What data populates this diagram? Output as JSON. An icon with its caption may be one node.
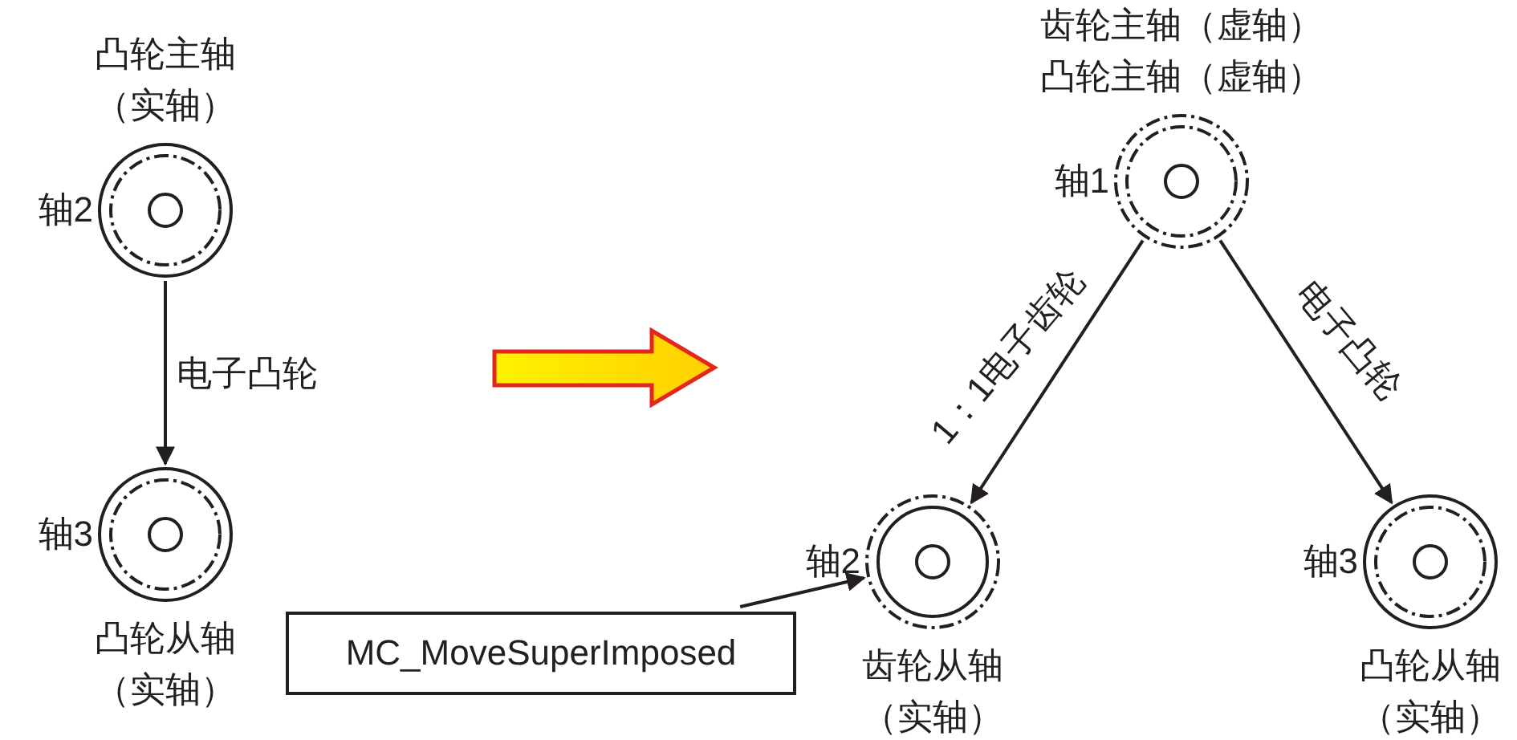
{
  "diagram": {
    "nodes": [
      {
        "text": [
          "凸轮主轴（实轴）"
        ],
        "beside": [
          "轴2"
        ]
      },
      {
        "text": [
          "凸轮从轴（实轴）"
        ],
        "beside": [
          "轴3"
        ]
      },
      {
        "text": [
          "齿轮主轴（虚轴）",
          "凸轮主轴（虚轴）"
        ],
        "beside": [
          "轴1"
        ]
      },
      {
        "text": [
          "齿轮从轴（实轴）"
        ],
        "beside": [
          "轴2"
        ]
      },
      {
        "text": [
          "凸轮从轴（实轴）"
        ],
        "beside": [
          "轴3"
        ]
      },
      {
        "text": [
          "MC_MoveSuperImposed"
        ]
      }
    ],
    "edges": [
      {
        "from": 0,
        "to": 1,
        "arrow": "to",
        "label": "电子凸轮"
      },
      {
        "from": 2,
        "to": 3,
        "arrow": "to",
        "label": "1：1电子齿轮"
      },
      {
        "from": 2,
        "to": 4,
        "arrow": "to",
        "label": "电子凸轮"
      },
      {
        "from": 5,
        "to": 3,
        "arrow": "to"
      }
    ]
  }
}
